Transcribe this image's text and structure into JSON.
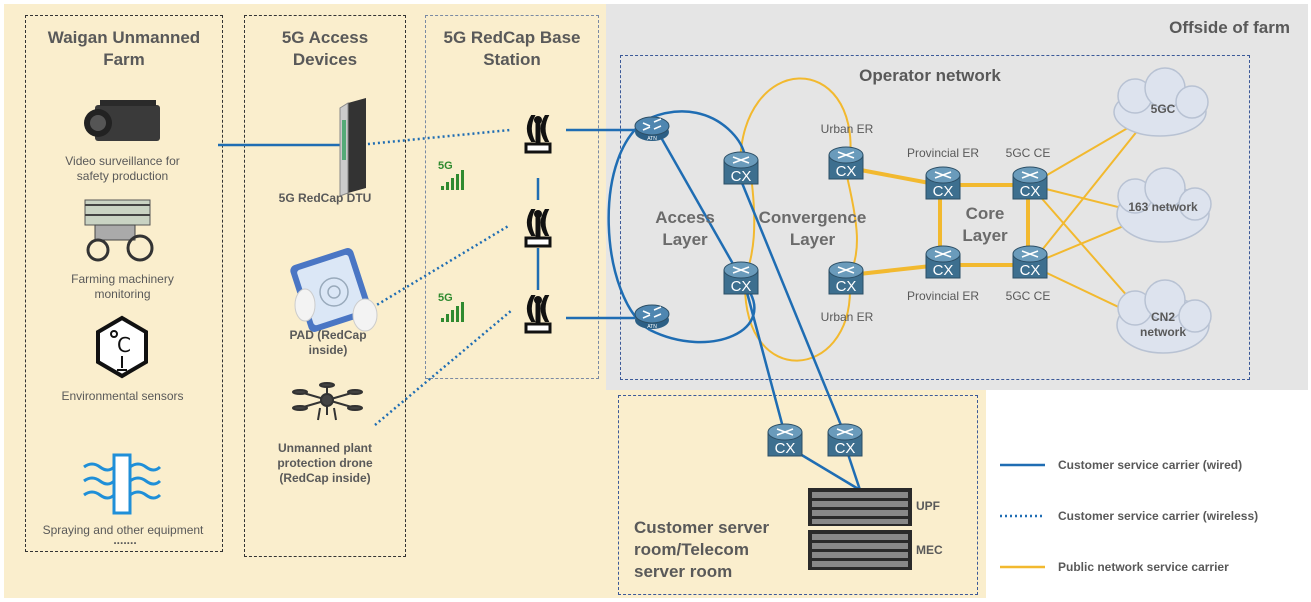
{
  "columns": {
    "farm_title": "Waigan Unmanned Farm",
    "access_title": "5G Access Devices",
    "redcap_title": "5G RedCap Base Station"
  },
  "farm_items": {
    "video": "Video surveillance for safety production",
    "machinery": "Farming machinery monitoring",
    "sensors": "Environmental sensors",
    "spraying": "Spraying and other equipment",
    "more": "......."
  },
  "access_items": {
    "dtu": "5G RedCap DTU",
    "pad": "PAD (RedCap inside)",
    "drone": "Unmanned plant protection drone (RedCap inside)"
  },
  "signal_label": "5G",
  "network": {
    "offside_title": "Offside of farm",
    "operator_title": "Operator network",
    "access_layer": "Access Layer",
    "convergence_layer": "Convergence Layer",
    "core_layer": "Core Layer",
    "urban_er": "Urban ER",
    "provincial_er": "Provincial ER",
    "core_ce": "5GC CE",
    "atn": "ATN",
    "router_label": "CX"
  },
  "clouds": [
    "5GC",
    "163 network",
    "CN2 network"
  ],
  "server_room": {
    "title": "Customer server room/Telecom server room",
    "upf": "UPF",
    "mec": "MEC"
  },
  "legend": [
    {
      "label": "Customer service carrier (wired)",
      "style": "wired",
      "color": "#1f6db3"
    },
    {
      "label": "Customer service carrier (wireless)",
      "style": "wireless",
      "color": "#1f6db3"
    },
    {
      "label": "Public network service carrier",
      "style": "public",
      "color": "#f2b92f"
    }
  ],
  "colors": {
    "farm_bg": "#faeecd",
    "offside_bg": "#e5e5e5",
    "wired": "#1f6db3",
    "public": "#f2b92f",
    "router": "#3d6f8f"
  }
}
